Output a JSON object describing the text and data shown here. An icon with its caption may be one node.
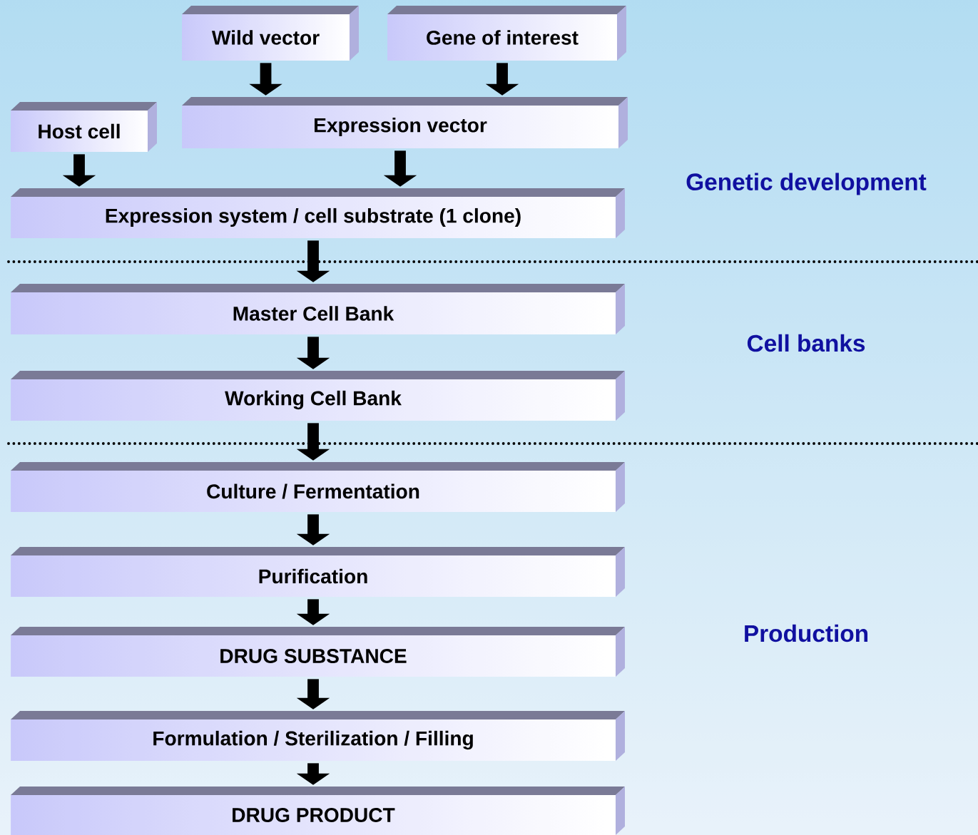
{
  "diagram": {
    "nodes": [
      {
        "text": [
          "Wild vector"
        ]
      },
      {
        "text": [
          "Gene of interest"
        ]
      },
      {
        "text": [
          "Host cell"
        ]
      },
      {
        "text": [
          "Expression vector"
        ]
      },
      {
        "text": [
          "Expression system / cell substrate  (1 clone)"
        ]
      },
      {
        "text": [
          "Master Cell Bank"
        ]
      },
      {
        "text": [
          "Working Cell Bank"
        ]
      },
      {
        "text": [
          "Culture / Fermentation"
        ]
      },
      {
        "text": [
          "Purification"
        ]
      },
      {
        "text": [
          "DRUG SUBSTANCE"
        ]
      },
      {
        "text": [
          "Formulation / Sterilization / Filling"
        ]
      },
      {
        "text": [
          "DRUG PRODUCT"
        ]
      }
    ],
    "edges": [
      {
        "from": 0,
        "to": 3,
        "arrow": "to"
      },
      {
        "from": 1,
        "to": 3,
        "arrow": "to"
      },
      {
        "from": 2,
        "to": 4,
        "arrow": "to"
      },
      {
        "from": 3,
        "to": 4,
        "arrow": "to"
      },
      {
        "from": 4,
        "to": 5,
        "arrow": "to"
      },
      {
        "from": 5,
        "to": 6,
        "arrow": "to"
      },
      {
        "from": 6,
        "to": 7,
        "arrow": "to"
      },
      {
        "from": 7,
        "to": 8,
        "arrow": "to"
      },
      {
        "from": 8,
        "to": 9,
        "arrow": "to"
      },
      {
        "from": 9,
        "to": 10,
        "arrow": "to"
      },
      {
        "from": 10,
        "to": 11,
        "arrow": "to"
      }
    ],
    "labels": [
      "Genetic development",
      "Cell banks",
      "Production"
    ]
  }
}
